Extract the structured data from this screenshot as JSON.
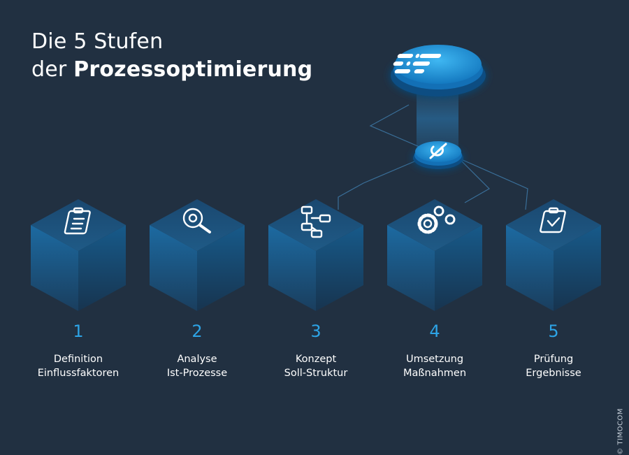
{
  "title": {
    "line1": "Die 5 Stufen",
    "line2_prefix": "der ",
    "line2_bold": "Prozessoptimierung"
  },
  "steps": [
    {
      "number": "1",
      "line1": "Definition",
      "line2": "Einflussfaktoren",
      "icon": "clipboard-list-icon"
    },
    {
      "number": "2",
      "line1": "Analyse",
      "line2": "Ist-Prozesse",
      "icon": "magnifier-gear-icon"
    },
    {
      "number": "3",
      "line1": "Konzept",
      "line2": "Soll-Struktur",
      "icon": "flowchart-icon"
    },
    {
      "number": "4",
      "line1": "Umsetzung",
      "line2": "Maßnahmen",
      "icon": "gears-icon"
    },
    {
      "number": "5",
      "line1": "Prüfung",
      "line2": "Ergebnisse",
      "icon": "clipboard-check-icon"
    }
  ],
  "hub": {
    "top_icon": "timocom-logo-icon",
    "middle_icon": "connector-icon"
  },
  "copyright": "© TIMOCOM",
  "colors": {
    "background": "#213041",
    "accent": "#2da4e6",
    "cube_top": "#1d4f78",
    "cube_side_left": "#1a5d8f",
    "cube_side_right": "#154b74"
  }
}
